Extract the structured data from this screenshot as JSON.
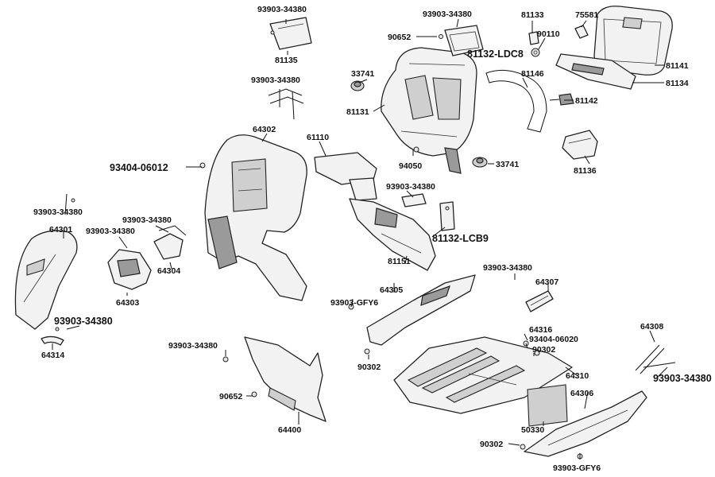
{
  "labels": {
    "l_93903_34380_a": "93903-34380",
    "l_81135": "81135",
    "l_93903_34380_b": "93903-34380",
    "l_93903_34380_c": "93903-34380",
    "l_81133": "81133",
    "l_75581": "75581",
    "l_90652_a": "90652",
    "l_90110": "90110",
    "l_81132_ldc8": "81132-LDC8",
    "l_81141": "81141",
    "l_33741_a": "33741",
    "l_81146": "81146",
    "l_81134": "81134",
    "l_81131": "81131",
    "l_81142": "81142",
    "l_64302": "64302",
    "l_61110": "61110",
    "l_93404_06012": "93404-06012",
    "l_94050": "94050",
    "l_33741_b": "33741",
    "l_81136": "81136",
    "l_93903_34380_d": "93903-34380",
    "l_93903_34380_e": "93903-34380",
    "l_93903_34380_f": "93903-34380",
    "l_93903_34380_g": "93903-34380",
    "l_81132_lcb9": "81132-LCB9",
    "l_64301": "64301",
    "l_64304": "64304",
    "l_81151": "81151",
    "l_64303": "64303",
    "l_93903_34380_h": "93903-34380",
    "l_64307": "64307",
    "l_64305": "64305",
    "l_93903_gfy6_a": "93903-GFY6",
    "l_93903_34380_i": "93903-34380",
    "l_64314": "64314",
    "l_64308": "64308",
    "l_64316": "64316",
    "l_93404_06020": "93404-06020",
    "l_90302_a": "90302",
    "l_93903_34380_j": "93903-34380",
    "l_90302_b": "90302",
    "l_64310": "64310",
    "l_93903_34380_k": "93903-34380",
    "l_90652_b": "90652",
    "l_64306": "64306",
    "l_64400": "64400",
    "l_50330": "50330",
    "l_90302_c": "90302",
    "l_93903_gfy6_b": "93903-GFY6"
  },
  "colors": {
    "line": "#222222",
    "part_fill": "#f2f2f2",
    "shade": "#9a9a9a",
    "background": "#ffffff"
  }
}
